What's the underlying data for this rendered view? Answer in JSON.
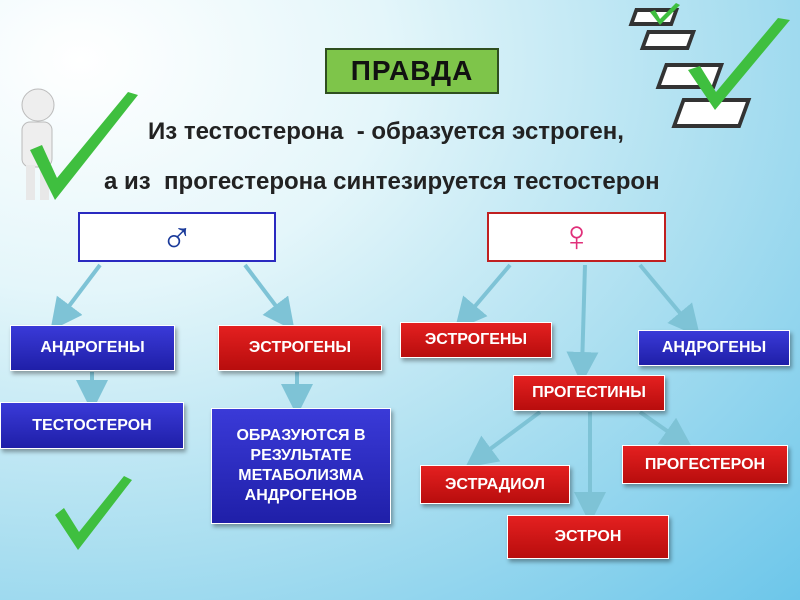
{
  "title": "ПРАВДА",
  "statement": {
    "line1": "Из тестостерона  - образуется эстроген,",
    "line2": "а из  прогестерона синтезируется тестостерон"
  },
  "male": {
    "symbol": "♂",
    "boxes": {
      "androgens": "АНДРОГЕНЫ",
      "estrogens": "ЭСТРОГЕНЫ",
      "testosterone": "ТЕСТОСТЕРОН",
      "metabolism": "ОБРАЗУЮТСЯ В РЕЗУЛЬТАТЕ МЕТАБОЛИЗМА АНДРОГЕНОВ"
    }
  },
  "female": {
    "symbol": "♀",
    "boxes": {
      "estrogens": "ЭСТРОГЕНЫ",
      "androgens": "АНДРОГЕНЫ",
      "progestins": "ПРОГЕСТИНЫ",
      "progesterone": "ПРОГЕСТЕРОН",
      "estradiol": "ЭСТРАДИОЛ",
      "estrone": "ЭСТРОН"
    }
  },
  "colors": {
    "blue": "#2a2ac0",
    "red": "#d01515",
    "green": "#3fbf3f",
    "arrow": "#7ec3d6"
  }
}
